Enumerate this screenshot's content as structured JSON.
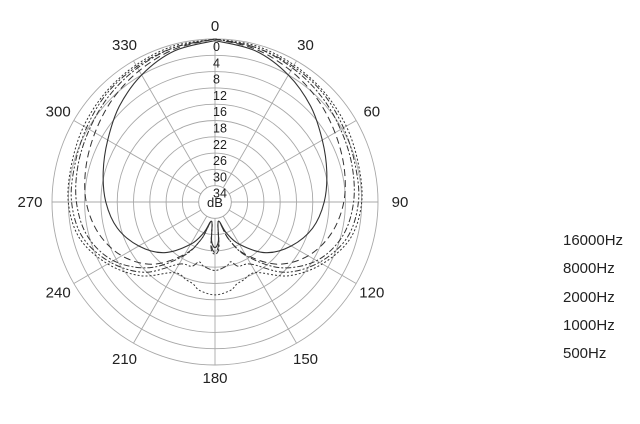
{
  "chart_data": {
    "type": "polar",
    "title": "",
    "unit_label": "dB",
    "angle_ticks": [
      0,
      30,
      60,
      90,
      120,
      150,
      180,
      210,
      240,
      270,
      300,
      330
    ],
    "radial_tick_labels": [
      "0",
      "4",
      "8",
      "12",
      "16",
      "18",
      "22",
      "26",
      "30",
      "34"
    ],
    "grid": true,
    "legend_position": "right",
    "series": [
      {
        "name": "16000Hz",
        "style": "solid",
        "angles": [
          0,
          15,
          30,
          45,
          60,
          75,
          90,
          105,
          120,
          135,
          150,
          160,
          170,
          175,
          180
        ],
        "attenuation_rings": [
          0.1,
          0.4,
          1.0,
          1.7,
          2.4,
          2.9,
          3.3,
          3.8,
          4.6,
          5.6,
          7.0,
          8.0,
          8.8,
          7.6,
          7.2
        ]
      },
      {
        "name": "8000Hz",
        "style": "dashed",
        "angles": [
          0,
          15,
          30,
          45,
          60,
          75,
          90,
          105,
          120,
          135,
          150,
          160,
          170,
          175,
          180
        ],
        "attenuation_rings": [
          0.0,
          0.3,
          0.7,
          1.1,
          1.5,
          1.8,
          2.1,
          2.6,
          3.4,
          4.6,
          6.3,
          7.6,
          8.8,
          7.4,
          6.9
        ]
      },
      {
        "name": "2000Hz",
        "style": "dash-dot",
        "angles": [
          0,
          15,
          30,
          45,
          60,
          75,
          90,
          105,
          120,
          135,
          150,
          160,
          170,
          175,
          180
        ],
        "attenuation_rings": [
          0.0,
          0.2,
          0.5,
          0.8,
          1.1,
          1.3,
          1.5,
          1.9,
          2.8,
          4.3,
          6.2,
          7.6,
          8.8,
          7.2,
          6.8
        ]
      },
      {
        "name": "1000Hz",
        "style": "dash-dot-dot",
        "angles": [
          0,
          15,
          30,
          45,
          60,
          75,
          90,
          105,
          120,
          135,
          150,
          160,
          165,
          170,
          180
        ],
        "attenuation_rings": [
          0.0,
          0.2,
          0.4,
          0.6,
          0.9,
          1.1,
          1.2,
          1.6,
          2.6,
          3.9,
          5.6,
          5.8,
          6.2,
          6.0,
          5.8
        ]
      },
      {
        "name": "500Hz",
        "style": "dotted",
        "angles": [
          0,
          15,
          30,
          45,
          60,
          75,
          90,
          105,
          120,
          135,
          150,
          160,
          165,
          170,
          180
        ],
        "attenuation_rings": [
          0.0,
          0.1,
          0.3,
          0.5,
          0.7,
          0.9,
          1.0,
          1.4,
          2.4,
          3.6,
          5.0,
          4.9,
          4.8,
          4.5,
          4.3
        ]
      }
    ]
  },
  "legend": {
    "items": [
      {
        "label": "16000Hz",
        "dash": ""
      },
      {
        "label": "8000Hz",
        "dash": "7,4"
      },
      {
        "label": "2000Hz",
        "dash": "6,2,2,2"
      },
      {
        "label": "1000Hz",
        "dash": "6,2,2,2,2,2"
      },
      {
        "label": "500Hz",
        "dash": "2,2"
      }
    ]
  },
  "colors": {
    "grid": "#a8a8a8",
    "curve": "#333333",
    "text": "#222222",
    "background": "#ffffff"
  }
}
